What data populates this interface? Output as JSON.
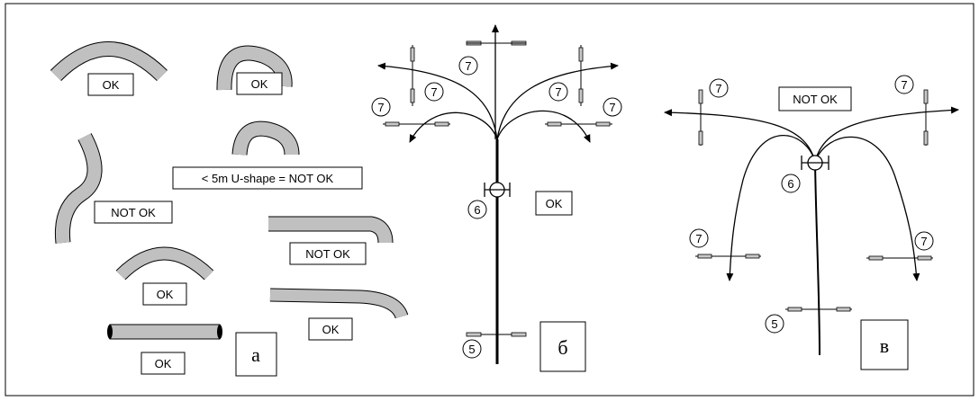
{
  "panel_a": {
    "label": "а",
    "ok_1": "OK",
    "ok_2": "OK",
    "not_ok_s": "NOT OK",
    "u_shape": "< 5m U-shape = NOT OK",
    "not_ok_hook": "NOT OK",
    "ok_3": "OK",
    "ok_4": "OK",
    "ok_5": "OK"
  },
  "panel_b": {
    "label": "б",
    "status": "OK",
    "num_top": "7",
    "num_left_upper": "7",
    "num_left_lower": "7",
    "num_right_upper": "7",
    "num_right_lower": "7",
    "num_six": "6",
    "num_five": "5"
  },
  "panel_c": {
    "label": "в",
    "status": "NOT OK",
    "num_top_left": "7",
    "num_top_right": "7",
    "num_low_left": "7",
    "num_low_right": "7",
    "num_six": "6",
    "num_five": "5"
  },
  "colors": {
    "pipe_fill": "#c0c0c0",
    "stroke": "#000000",
    "connector_fill": "#c8c8c8"
  }
}
